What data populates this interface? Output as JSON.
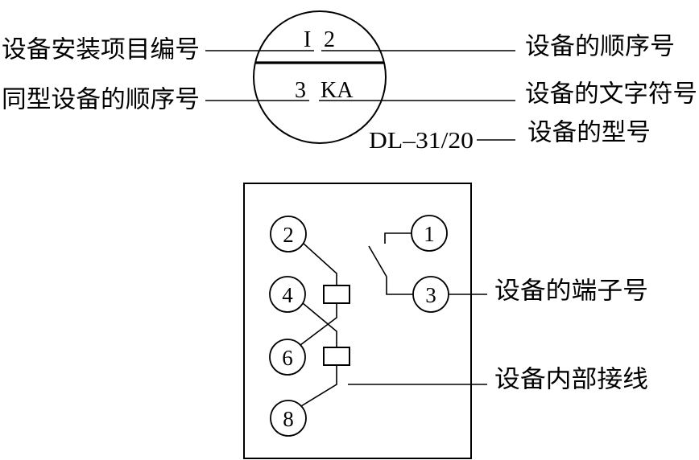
{
  "symbol": {
    "project_code": "I",
    "sequence_no": "2",
    "same_type_no": "3",
    "letter_code": "KA",
    "model": "DL–31/20"
  },
  "labels": {
    "project_code": "设备安装项目编号",
    "same_type_no": "同型设备的顺序号",
    "sequence_no": "设备的顺序号",
    "letter_code": "设备的文字符号",
    "model": "设备的型号",
    "terminal_no": "设备的端子号",
    "internal_wiring": "设备内部接线"
  },
  "terminals": [
    "2",
    "1",
    "4",
    "3",
    "6",
    "8"
  ]
}
